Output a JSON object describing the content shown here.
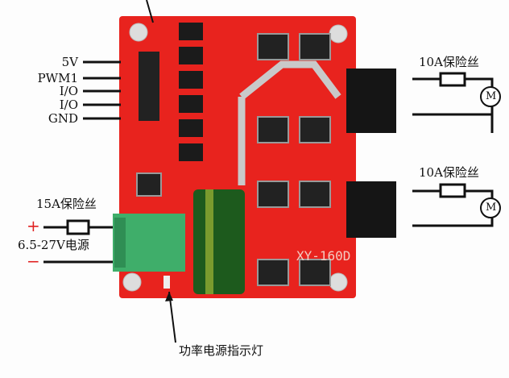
{
  "pin_labels": [
    "5V",
    "PWM1",
    "I/O",
    "I/O",
    "GND"
  ],
  "power": {
    "fuse_label": "15A保险丝",
    "plus": "+",
    "minus": "−",
    "voltage_label": "6.5-27V电源"
  },
  "motor_outputs": [
    {
      "fuse_label": "10A保险丝",
      "motor": "M"
    },
    {
      "fuse_label": "10A保险丝",
      "motor": "M"
    }
  ],
  "indicator_label": "功率电源指示灯",
  "board": {
    "model": "XY-160D"
  },
  "colors": {
    "board": "#e8231e",
    "terminal_green": "#3fae6a",
    "connector_black": "#151515"
  }
}
